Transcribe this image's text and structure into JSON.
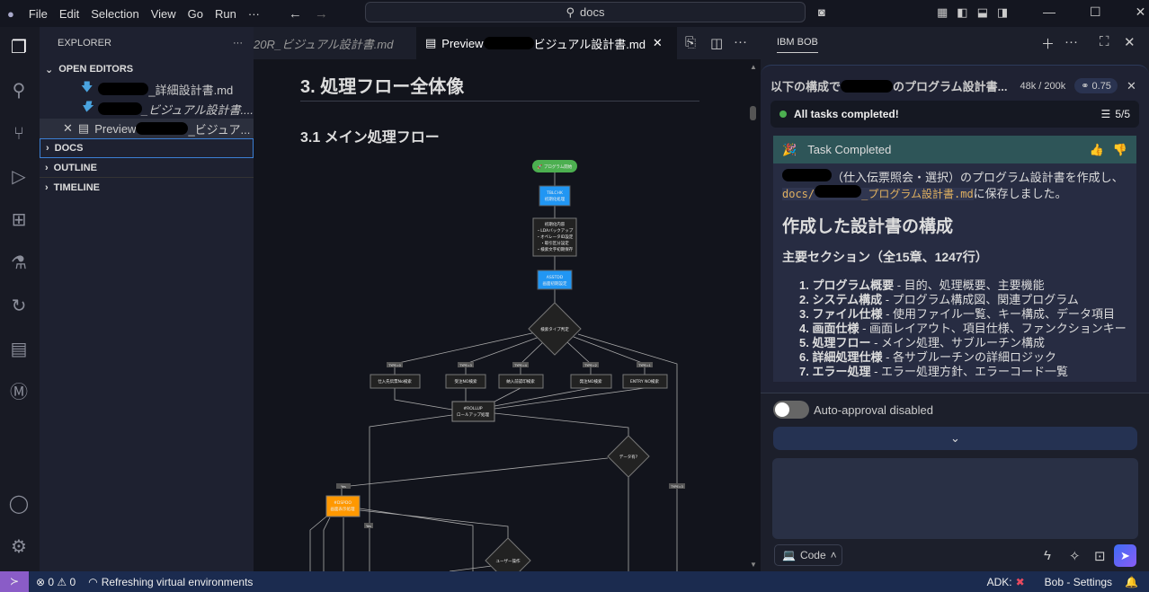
{
  "menu": [
    "File",
    "Edit",
    "Selection",
    "View",
    "Go",
    "Run",
    "···"
  ],
  "search": {
    "value": "docs"
  },
  "sidebar": {
    "title": "EXPLORER",
    "open_editors": "OPEN EDITORS",
    "files": [
      "_詳細設計書.md",
      "_ビジュアル設計書....",
      "Preview"
    ],
    "preview_suffix": "_ビジュア...",
    "sections": [
      "DOCS",
      "OUTLINE",
      "TIMELINE"
    ]
  },
  "tabs": [
    {
      "label": "20R_ビジュアル設計書.md"
    },
    {
      "label_prefix": "Preview",
      "label": "ビジュアル設計書.md"
    }
  ],
  "doc": {
    "h2": "3. 処理フロー全体像",
    "h3": "3.1 メイン処理フロー"
  },
  "diagram": {
    "start": "🚀 プログラム開始",
    "init": [
      "TBLCHK",
      "初期化処理"
    ],
    "init_detail": [
      "初期化内容",
      "・LDAバックアップ",
      "・オペレータID設定",
      "・取引区分設定",
      "・検索文字初期保存"
    ],
    "screen_init": [
      "ASSTDD",
      "画面初期設定"
    ],
    "type_decision": "検索タイプ判定",
    "type_labels": [
      "TYPE=0",
      "TYPE=3",
      "TYPE=4",
      "TYPE=2",
      "TYPE=1"
    ],
    "searches": [
      "仕入先伝票No検索",
      "受注NO検索",
      "納入前認印検索",
      "発注NO検索",
      "ENTRY NO検索"
    ],
    "rollup": [
      "#ROLLUP",
      "ロールアップ処理"
    ],
    "data_decision": "データ有?",
    "yes": "Yes",
    "display": [
      "#DSPDO",
      "画面表示処理"
    ],
    "user_decision": "ユーザー操作",
    "type3": "TYPE=3"
  },
  "panel": {
    "tab": "IBM BOB",
    "task_title_a": "以下の構成で",
    "task_title_b": "のプログラム設計書...",
    "tokens": "48k / 200k",
    "cost": "0.75",
    "all_done": "All tasks completed!",
    "progress": "5/5",
    "task_completed": "Task Completed",
    "msg1": "（仕入伝票照会・選択）のプログラム設計書を作成し、",
    "path_a": "docs/",
    "path_b": "_プログラム設計書.md",
    "msg2": "に保存しました。",
    "h": "作成した設計書の構成",
    "sub": "主要セクション（全15章、1247行）",
    "items": [
      [
        "1. プログラム概要",
        "- 目的、処理概要、主要機能"
      ],
      [
        "2. システム構成",
        "- プログラム構成図、関連プログラム"
      ],
      [
        "3. ファイル仕様",
        "- 使用ファイル一覧、キー構成、データ項目"
      ],
      [
        "4. 画面仕様",
        "- 画面レイアウト、項目仕様、ファンクションキー"
      ],
      [
        "5. 処理フロー",
        "- メイン処理、サブルーチン構成"
      ],
      [
        "6. 詳細処理仕様",
        "- 各サブルーチンの詳細ロジック"
      ],
      [
        "7. エラー処理",
        "- エラー処理方針、エラーコード一覧"
      ]
    ],
    "auto_approval": "Auto-approval disabled",
    "mode": "Code"
  },
  "status": {
    "errors": "0",
    "warnings": "0",
    "task": "Refreshing virtual environments",
    "adk": "ADK:",
    "settings": "Bob - Settings"
  }
}
